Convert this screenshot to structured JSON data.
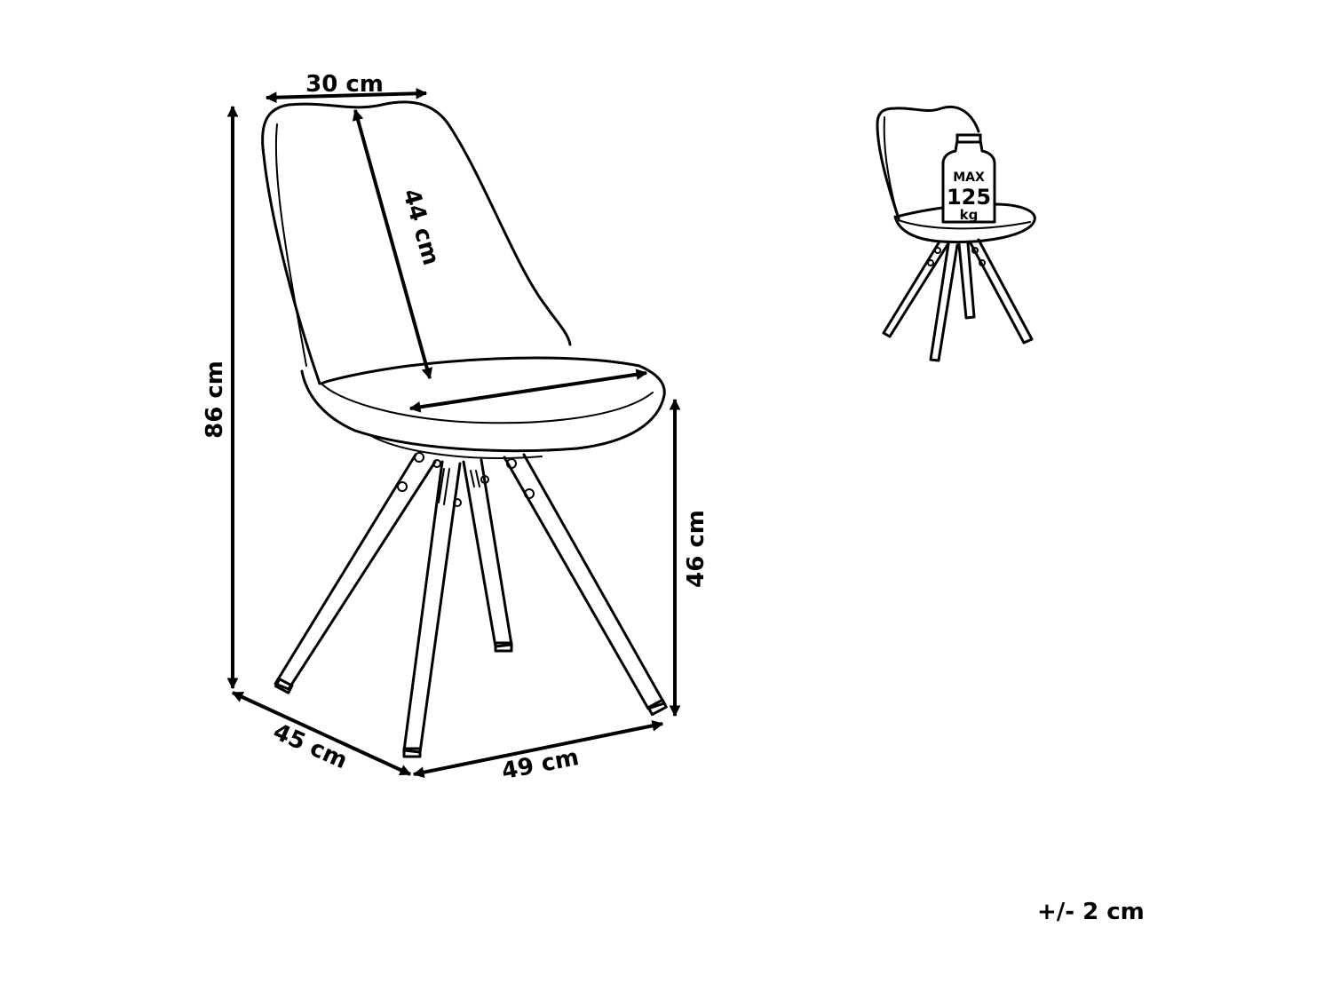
{
  "dimensions": {
    "top_width": "30 cm",
    "backrest_height": "44 cm",
    "total_height": "86 cm",
    "seat_height": "46 cm",
    "depth": "45 cm",
    "width": "49 cm"
  },
  "weight_badge": {
    "label": "MAX",
    "value": "125",
    "unit": "kg"
  },
  "tolerance": "+/- 2 cm"
}
